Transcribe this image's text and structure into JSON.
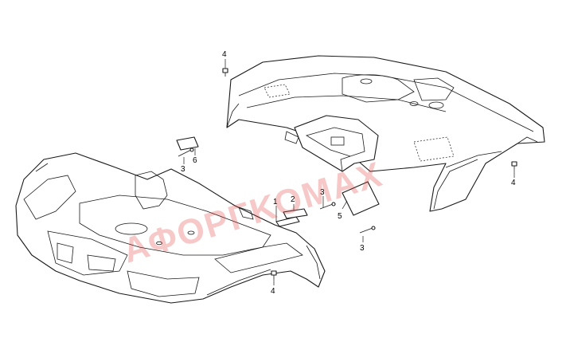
{
  "diagram": {
    "callouts": [
      "4",
      "6",
      "3",
      "4",
      "3",
      "2",
      "1",
      "5",
      "3",
      "4"
    ],
    "watermark": "ΑΦΟΡΓΚΟΜΑΧ",
    "colors": {
      "line": "#1a1a1a",
      "background": "#ffffff",
      "watermark": "#e23b3b"
    }
  }
}
